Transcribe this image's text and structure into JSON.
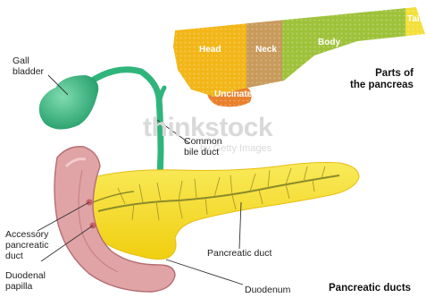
{
  "labels": {
    "gall_bladder": [
      "Gall",
      "bladder"
    ],
    "common_bile_duct": [
      "Common",
      "bile duct"
    ],
    "accessory_pancreatic_duct": [
      "Accessory",
      "pancreatic",
      "duct"
    ],
    "duodenal_papilla": [
      "Duodenal",
      "papilla"
    ],
    "pancreatic_duct": "Pancreatic duct",
    "duodenum": "Duodenum"
  },
  "parts": {
    "head": "Head",
    "neck": "Neck",
    "body": "Body",
    "tail": "Tail",
    "uncinate": "Uncinate"
  },
  "headings": {
    "parts_of_pancreas": [
      "Parts of",
      "the pancreas"
    ],
    "pancreatic_ducts": "Pancreatic ducts"
  },
  "watermark": {
    "brand": "thinkstock",
    "credit": "by Getty Images"
  },
  "colors": {
    "head": "#f2b618",
    "neck": "#c89a5c",
    "body": "#9ec23a",
    "tail": "#f3df3a",
    "uncinate": "#e9802c",
    "pancreas": "#f4dc1c",
    "gallbladder": "#2fb57c",
    "duodenum": "#e0a3a6"
  }
}
